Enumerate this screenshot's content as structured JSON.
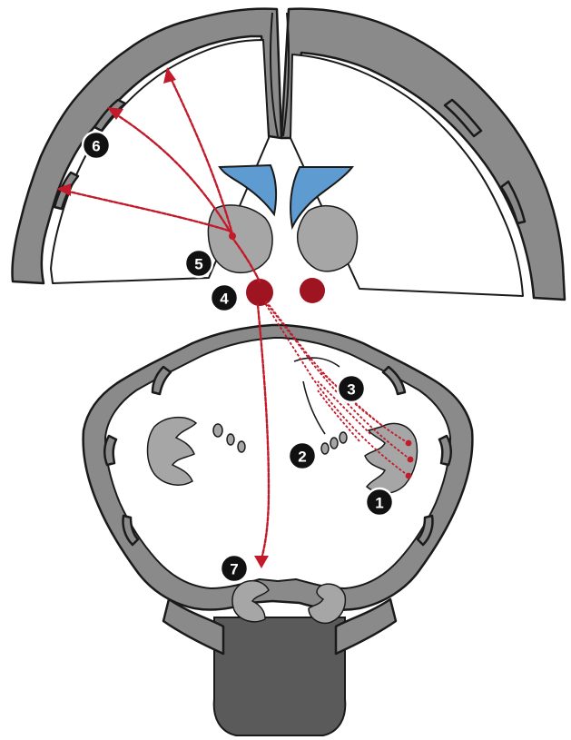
{
  "diagram": {
    "markers": [
      {
        "id": "1",
        "label": "1"
      },
      {
        "id": "2",
        "label": "2"
      },
      {
        "id": "3",
        "label": "3"
      },
      {
        "id": "4",
        "label": "4"
      },
      {
        "id": "5",
        "label": "5"
      },
      {
        "id": "6",
        "label": "6"
      },
      {
        "id": "7",
        "label": "7"
      }
    ],
    "colors": {
      "tract": "#c21a2a",
      "red_nucleus": "#9e1420",
      "ventricle": "#5d9bd0",
      "cortex": "#8a8a8a",
      "nucleus_gray": "#a6a6a6",
      "outline": "#1a1a1a"
    }
  }
}
